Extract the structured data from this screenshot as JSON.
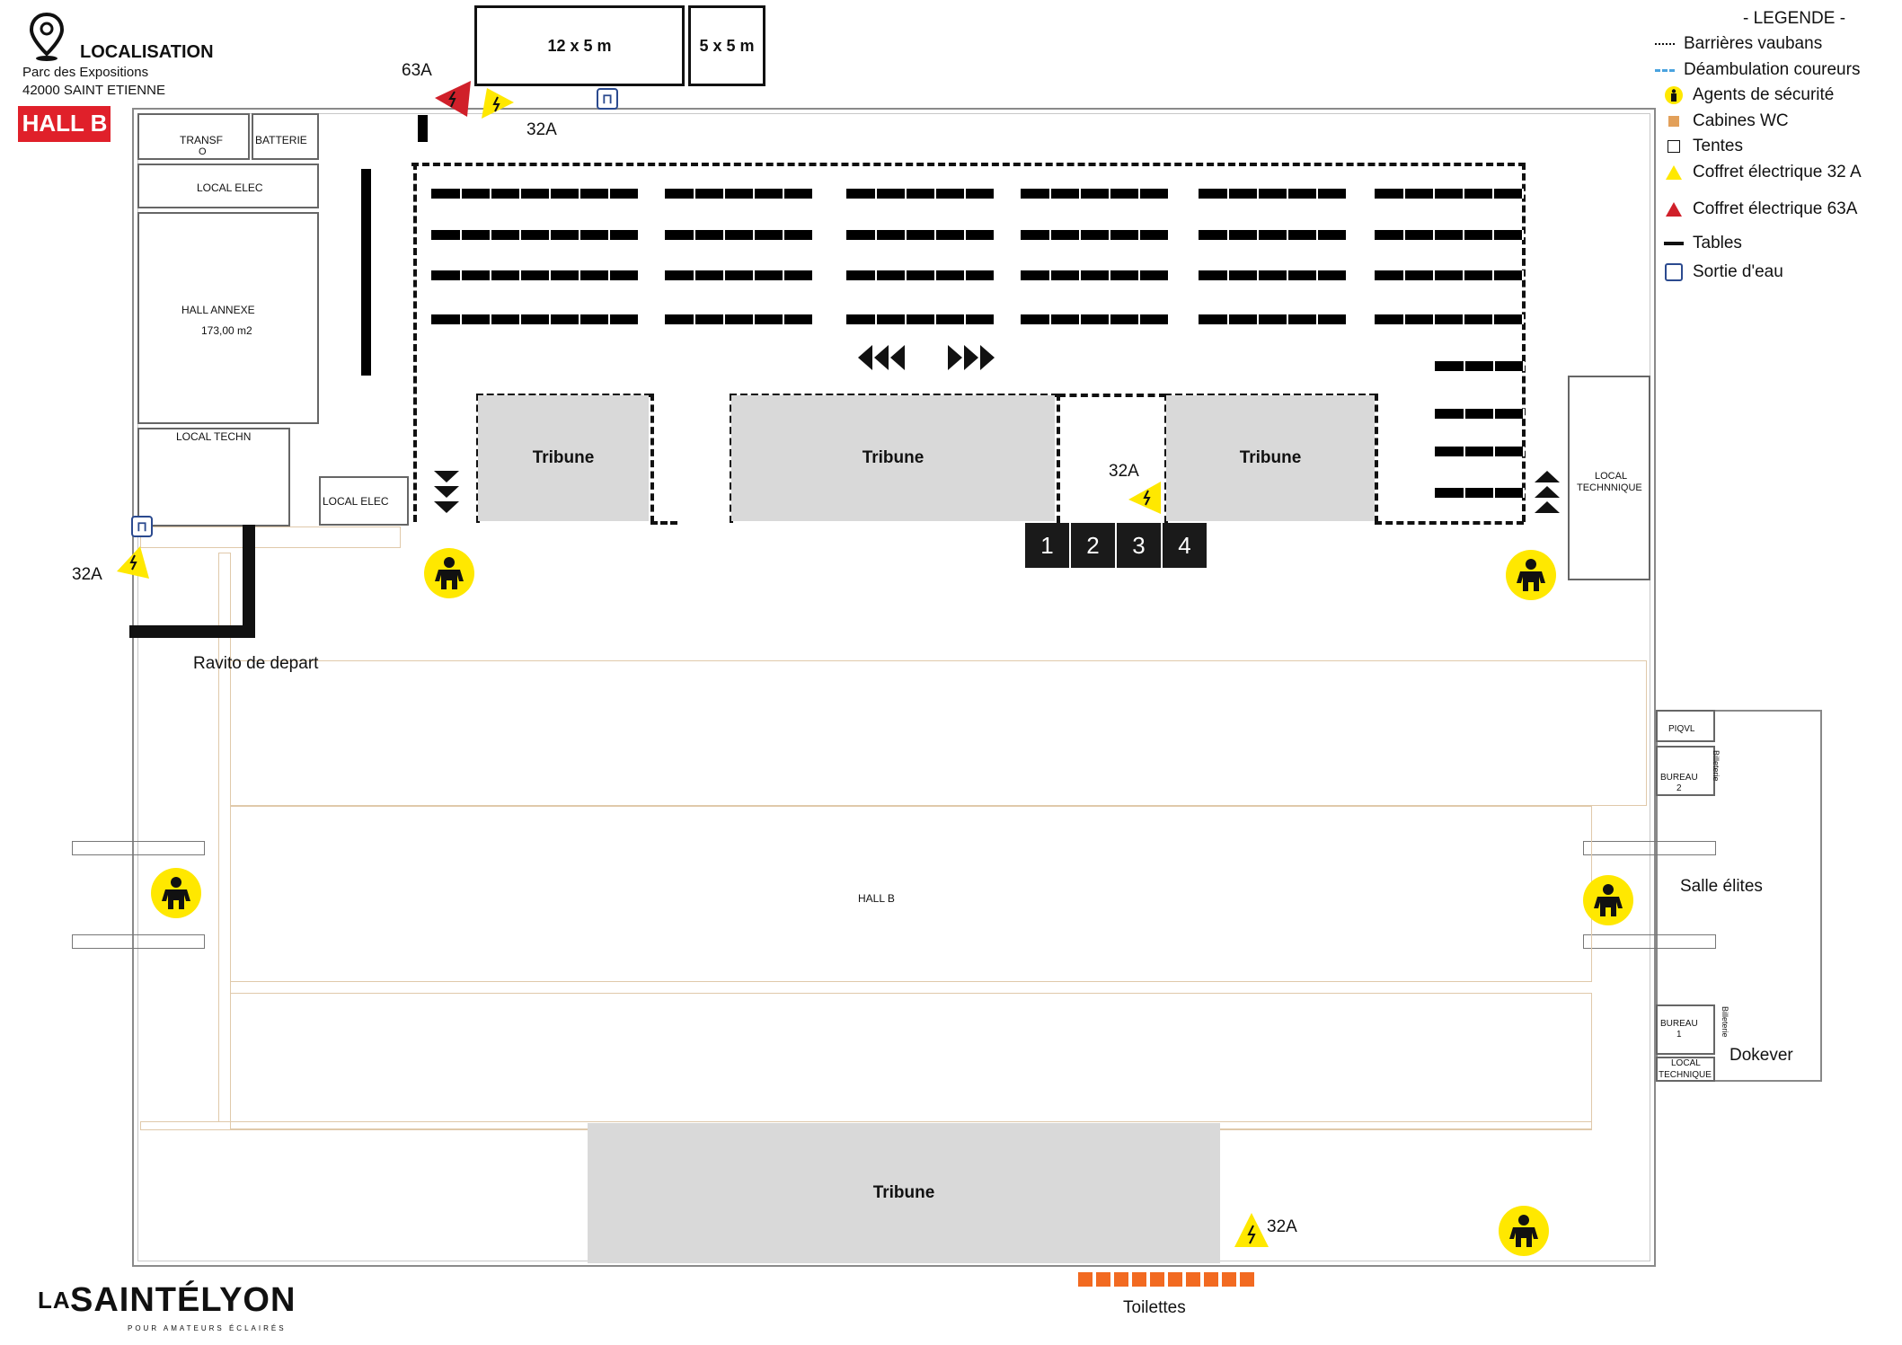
{
  "header": {
    "localisation_label": "LOCALISATION",
    "address_line1": "Parc des Expositions",
    "address_line2": "42000 SAINT ETIENNE",
    "hall_badge": "HALL B",
    "hall_badge_color": "#e0202a"
  },
  "tents": {
    "tent1": "12 x 5 m",
    "tent2": "5 x 5 m"
  },
  "rooms": {
    "transf": "TRANSF",
    "transf_symbol": "O",
    "batterie": "BATTERIE",
    "local_elec_top": "LOCAL ELEC",
    "hall_annexe": "HALL ANNEXE",
    "hall_annexe_area": "173,00  m2",
    "local_techn": "LOCAL TECHN",
    "local_elec_side": "LOCAL ELEC",
    "local_technique_right_1": "LOCAL",
    "local_technique_right_2": "TECHNNIQUE",
    "piqvl": "PIQVL",
    "bureau2_1": "BUREAU",
    "bureau2_2": "2",
    "billeterie": "Billeterie",
    "bureau1_1": "BUREAU",
    "bureau1_2": "1",
    "local_technique_bottom_1": "LOCAL",
    "local_technique_bottom_2": "TECHNIQUE",
    "hall_b_center": "HALL B"
  },
  "tribunes": {
    "t1": "Tribune",
    "t2": "Tribune",
    "t3": "Tribune",
    "t4": "Tribune"
  },
  "power": {
    "p63_top": "63A",
    "p32_top": "32A",
    "p32_mid": "32A",
    "p32_left": "32A",
    "p32_bottom": "32A"
  },
  "start_boxes": [
    "1",
    "2",
    "3",
    "4"
  ],
  "labels": {
    "ravito": "Ravito de depart",
    "salle_elites": "Salle élites",
    "dokever": "Dokever",
    "toilettes": "Toilettes"
  },
  "legend": {
    "title": "- LEGENDE -",
    "items": [
      {
        "icon": "dotted-line-icon",
        "label": "Barrières vaubans"
      },
      {
        "icon": "blue-dashed-line-icon",
        "label": "Déambulation coureurs"
      },
      {
        "icon": "security-agent-icon",
        "label": "Agents de sécurité"
      },
      {
        "icon": "wc-cabin-icon",
        "label": "Cabines WC"
      },
      {
        "icon": "tent-icon",
        "label": "Tentes"
      },
      {
        "icon": "power-32a-icon",
        "label": "Coffret électrique 32 A"
      },
      {
        "icon": "power-63a-icon",
        "label": "Coffret électrique 63A"
      },
      {
        "icon": "table-icon",
        "label": "Tables"
      },
      {
        "icon": "water-outlet-icon",
        "label": "Sortie d'eau"
      }
    ]
  },
  "logo": {
    "brand_prefix": "LA",
    "brand_name": "SAINTÉLYON",
    "tagline": "POUR AMATEURS ÉCLAIRÉS"
  },
  "colors": {
    "tribune": "#d9d9d9",
    "security_yellow": "#ffe800",
    "wc_orange": "#f26a21",
    "power_63_red": "#d0202a",
    "corridor": "#e0c9aa",
    "water_blue": "#2b4a8f"
  }
}
